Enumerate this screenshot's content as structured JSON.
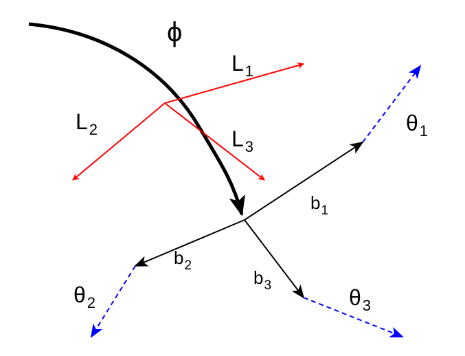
{
  "diagram": {
    "phi_label": "ϕ",
    "L_labels": [
      {
        "base": "L",
        "sub": "1"
      },
      {
        "base": "L",
        "sub": "2"
      },
      {
        "base": "L",
        "sub": "3"
      }
    ],
    "b_labels": [
      {
        "base": "b",
        "sub": "1"
      },
      {
        "base": "b",
        "sub": "2"
      },
      {
        "base": "b",
        "sub": "3"
      }
    ],
    "theta_labels": [
      {
        "base": "θ",
        "sub": "1"
      },
      {
        "base": "θ",
        "sub": "2"
      },
      {
        "base": "θ",
        "sub": "3"
      }
    ],
    "colors": {
      "curve": "#000000",
      "L_vectors": "#ff0000",
      "b_vectors": "#000000",
      "theta_vectors": "#0000ff"
    }
  }
}
